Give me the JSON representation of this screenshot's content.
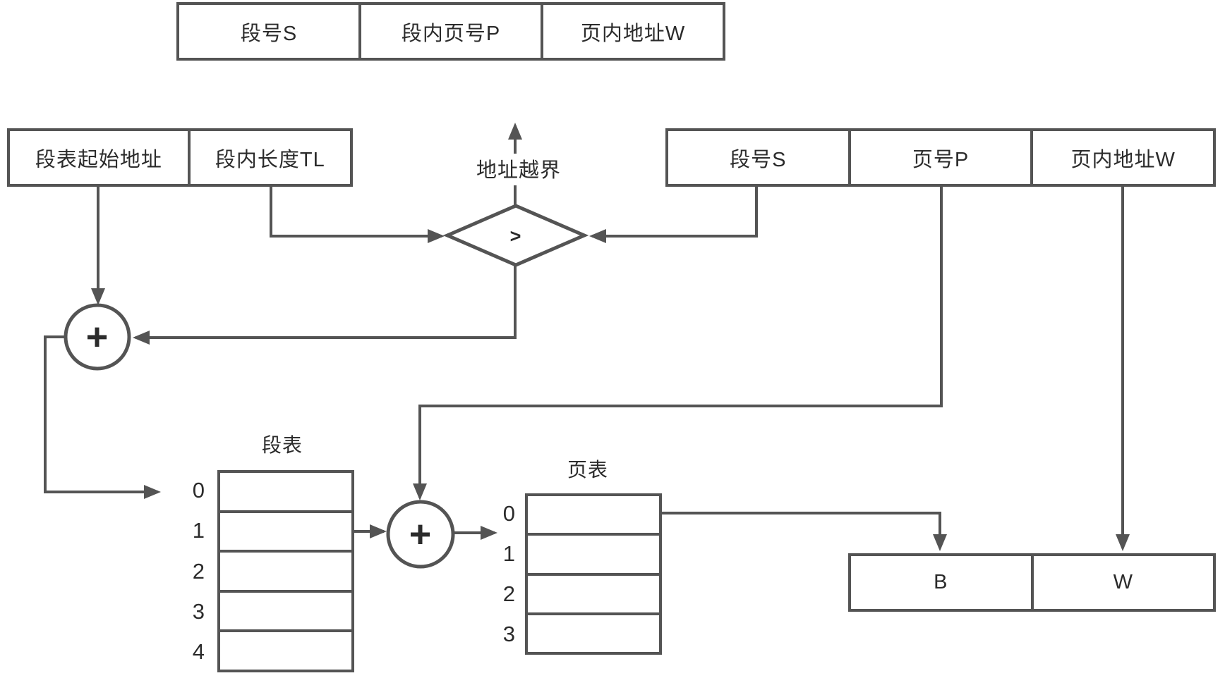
{
  "colors": {
    "line": "#545454",
    "text": "#2b2b2b",
    "background": "#ffffff"
  },
  "top_logical_address": {
    "cells": [
      "段号S",
      "段内页号P",
      "页内地址W"
    ]
  },
  "segment_info": {
    "cells": [
      "段表起始地址",
      "段内长度TL"
    ]
  },
  "right_logical_address": {
    "cells": [
      "段号S",
      "页号P",
      "页内地址W"
    ]
  },
  "comparator": {
    "symbol": ">",
    "overflow_label": "地址越界"
  },
  "adders": {
    "left_symbol": "+",
    "middle_symbol": "+"
  },
  "segment_table": {
    "title": "段表",
    "row_labels": [
      "0",
      "1",
      "2",
      "3",
      "4"
    ]
  },
  "page_table": {
    "title": "页表",
    "row_labels": [
      "0",
      "1",
      "2",
      "3"
    ]
  },
  "physical_address": {
    "cells": [
      "B",
      "W"
    ]
  }
}
